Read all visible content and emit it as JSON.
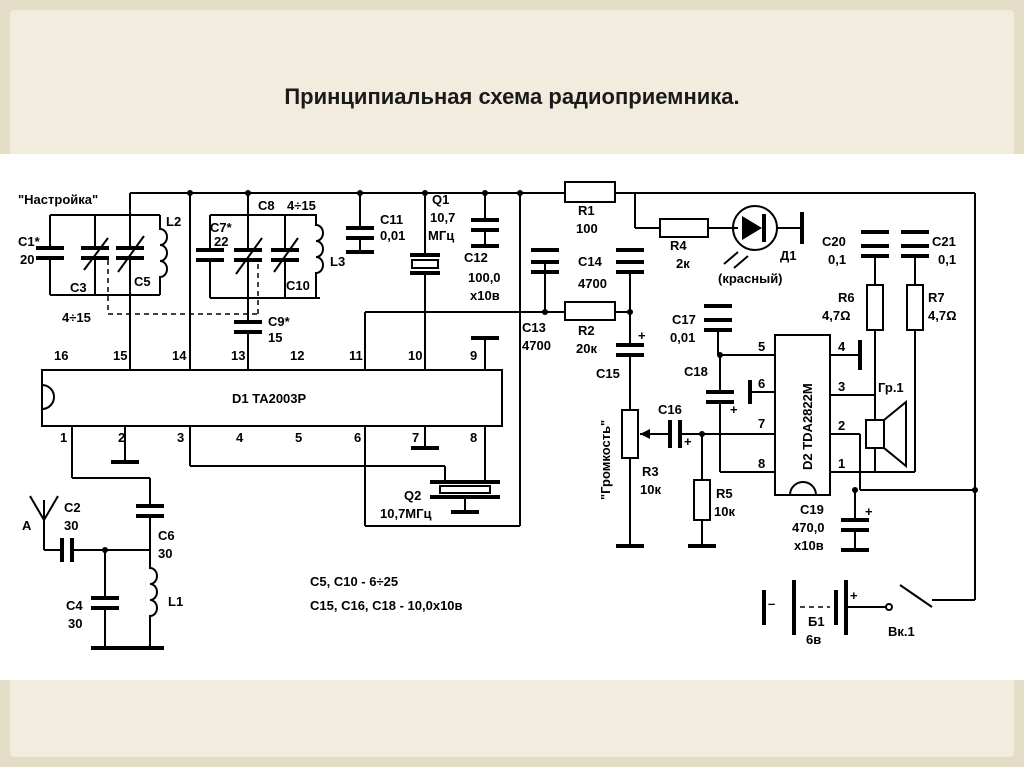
{
  "title": "Принципиальная схема радиоприемника.",
  "labels": {
    "tuning": "\"Настройка\"",
    "volume": "\"Громкость\"",
    "d1": "D1  TA2003P",
    "d2": "D2  TDA2822M",
    "antenna": "A",
    "c1": "C1*",
    "c1v": "20",
    "c3": "C3",
    "c3v": "4÷15",
    "c5": "C5",
    "l2": "L2",
    "c7": "C7*",
    "c7v": "22",
    "c8": "C8",
    "c8v": "4÷15",
    "c9": "C9*",
    "c9v": "15",
    "c10": "C10",
    "l3": "L3",
    "c11": "C11",
    "c11v": "0,01",
    "q1": "Q1",
    "q1v": "10,7",
    "q1u": "МГц",
    "c12": "C12",
    "c12v": "100,0",
    "c12u": "x10в",
    "r1": "R1",
    "r1v": "100",
    "r4": "R4",
    "r4v": "2к",
    "dled": "Д1",
    "dledc": "(красный)",
    "c20": "C20",
    "c20v": "0,1",
    "c21": "C21",
    "c21v": "0,1",
    "r6": "R6",
    "r6v": "4,7Ω",
    "r7": "R7",
    "r7v": "4,7Ω",
    "c14": "C14",
    "c14v": "4700",
    "c13": "C13",
    "c13v": "4700",
    "r2": "R2",
    "r2v": "20к",
    "c15": "C15",
    "c17": "C17",
    "c17v": "0,01",
    "c18": "C18",
    "c16": "C16",
    "r3": "R3",
    "r3v": "10к",
    "r5": "R5",
    "r5v": "10к",
    "c19": "C19",
    "c19v": "470,0",
    "c19u": "x10в",
    "gr1": "Гр.1",
    "q2": "Q2",
    "q2v": "10,7МГц",
    "c2": "C2",
    "c2v": "30",
    "c6": "C6",
    "c6v": "30",
    "c4": "C4",
    "c4v": "30",
    "l1": "L1",
    "b1": "Б1",
    "b1v": "6в",
    "sw": "Вк.1",
    "note1": "C5, C10 - 6÷25",
    "note2": "C15, C16, C18 - 10,0x10в"
  },
  "d1_top_pins": [
    "16",
    "15",
    "14",
    "13",
    "12",
    "11",
    "10",
    "9"
  ],
  "d1_bottom_pins": [
    "1",
    "2",
    "3",
    "4",
    "5",
    "6",
    "7",
    "8"
  ],
  "d2_left_pins": [
    "5",
    "6",
    "7",
    "8"
  ],
  "d2_right_pins": [
    "4",
    "3",
    "2",
    "1"
  ]
}
